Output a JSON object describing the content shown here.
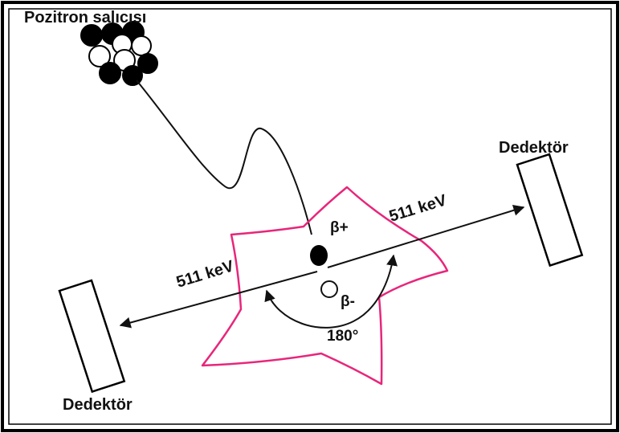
{
  "labels": {
    "source": "Pozitron salıcısı",
    "detector_right": "Dedektör",
    "detector_left": "Dedektör",
    "energy_right": "511 keV",
    "energy_left": "511 keV",
    "beta_plus": "β+",
    "beta_minus": "β-",
    "angle": "180°"
  },
  "colors": {
    "frame": "#000000",
    "line": "#111111",
    "tissue_outline": "#e8267a",
    "background": "#ffffff"
  }
}
